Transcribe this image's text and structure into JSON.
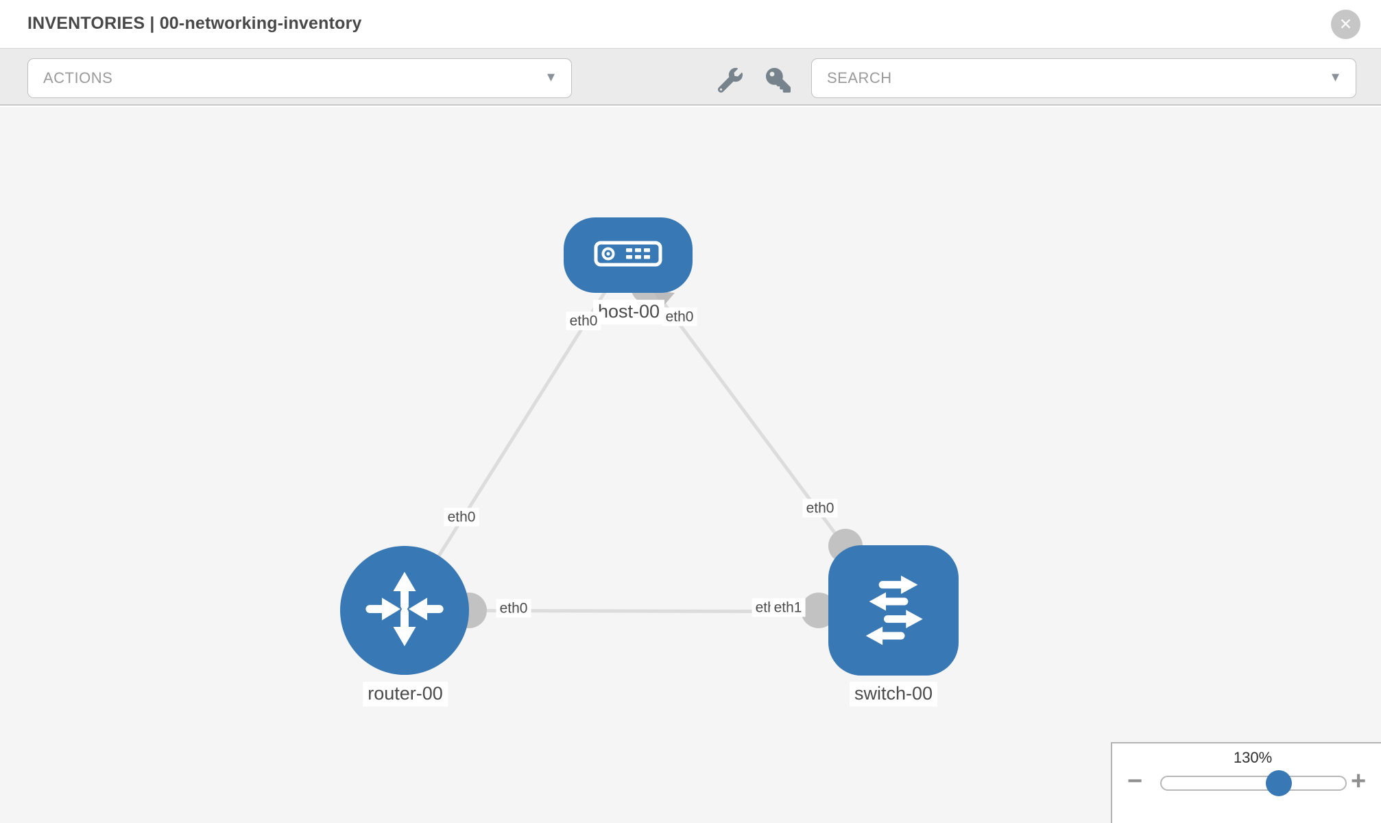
{
  "header": {
    "title": "INVENTORIES | 00-networking-inventory",
    "close_glyph": "✕"
  },
  "toolbar": {
    "actions_label": "ACTIONS",
    "search_placeholder": "SEARCH",
    "caret_glyph": "▾"
  },
  "diagram": {
    "nodes": [
      {
        "id": "host-00",
        "type": "host",
        "label": "host-00"
      },
      {
        "id": "router-00",
        "type": "router",
        "label": "router-00"
      },
      {
        "id": "switch-00",
        "type": "switch",
        "label": "switch-00"
      }
    ],
    "links": [
      {
        "source": "host-00",
        "source_interface": "eth0",
        "target": "router-00",
        "target_interface": "eth0"
      },
      {
        "source": "host-00",
        "source_interface": "eth0",
        "target": "switch-00",
        "target_interface": "eth0"
      },
      {
        "source": "router-00",
        "source_interface": "eth0",
        "target": "switch-00",
        "target_interface": "eth1"
      }
    ],
    "ghost_interface_label": "eth0"
  },
  "zoom_panel": {
    "value": "130%",
    "minus_glyph": "−",
    "plus_glyph": "+"
  },
  "colors": {
    "node_blue": "#3878b5",
    "edge_gray": "#dcdcdc",
    "interface_gray": "#c2c2c2",
    "label_text": "#4a4a4a",
    "toolbar_bg": "#ebebeb",
    "canvas_bg": "#f5f5f5"
  }
}
